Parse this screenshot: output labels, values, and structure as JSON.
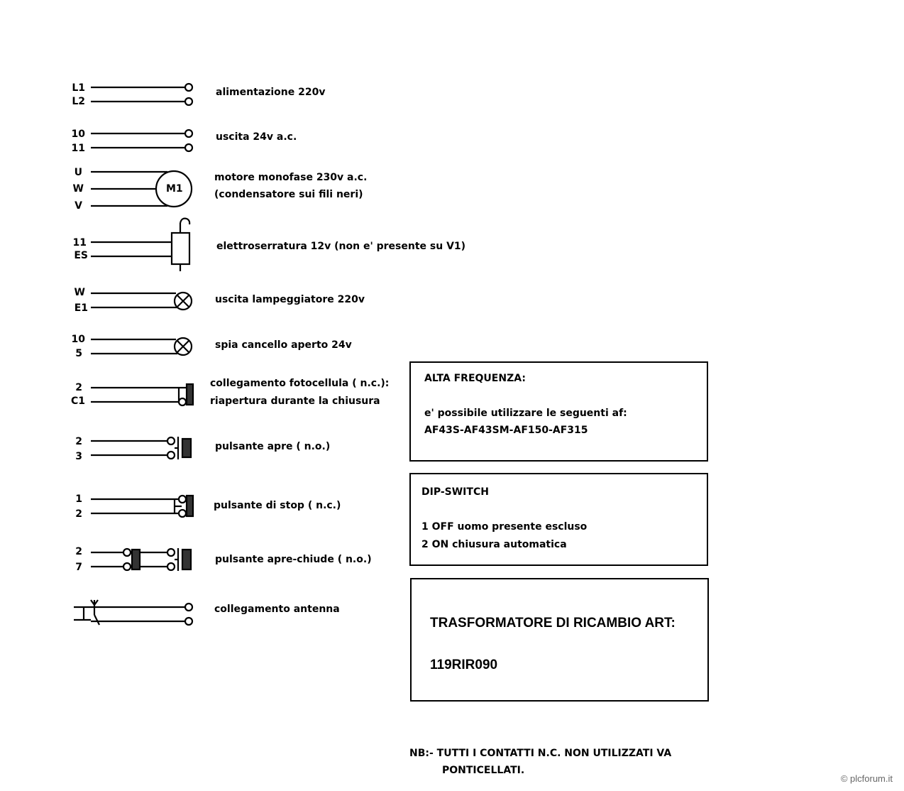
{
  "rows": [
    {
      "terminals": [
        "L1",
        "L2"
      ],
      "label": "alimentazione 220v"
    },
    {
      "terminals": [
        "10",
        "11"
      ],
      "label": "uscita 24v a.c."
    },
    {
      "terminals": [
        "U",
        "W",
        "V"
      ],
      "label1": "motore monofase 230v a.c.",
      "label2": "(condensatore sui fili neri)",
      "motor_symbol": "M1"
    },
    {
      "terminals": [
        "11",
        "ES"
      ],
      "label": "elettroserratura 12v (non e' presente su V1)"
    },
    {
      "terminals": [
        "W",
        "E1"
      ],
      "label": "uscita lampeggiatore 220v"
    },
    {
      "terminals": [
        "10",
        "5"
      ],
      "label": "spia cancello aperto 24v"
    },
    {
      "terminals": [
        "2",
        "C1"
      ],
      "label1": "collegamento fotocellula ( n.c.):",
      "label2": "riapertura durante la chiusura"
    },
    {
      "terminals": [
        "2",
        "3"
      ],
      "label": "pulsante apre ( n.o.)"
    },
    {
      "terminals": [
        "1",
        "2"
      ],
      "label": "pulsante di stop ( n.c.)"
    },
    {
      "terminals": [
        "2",
        "7"
      ],
      "label": "pulsante apre-chiude ( n.o.)"
    },
    {
      "label": "collegamento antenna"
    }
  ],
  "boxes": {
    "alta_frequenza": {
      "title": "ALTA FREQUENZA:",
      "line1": "e' possibile utilizzare le seguenti af:",
      "line2": "AF43S-AF43SM-AF150-AF315"
    },
    "dip_switch": {
      "title": "DIP-SWITCH",
      "line1": "1 OFF uomo presente escluso",
      "line2": "2 ON chiusura automatica"
    },
    "trasformatore": {
      "title": "TRASFORMATORE DI RICAMBIO ART:",
      "code": "119RIR090"
    }
  },
  "note": {
    "line1": "NB:- TUTTI I CONTATTI N.C. NON UTILIZZATI VA",
    "line2": "PONTICELLATI."
  },
  "watermark": "© plcforum.it"
}
